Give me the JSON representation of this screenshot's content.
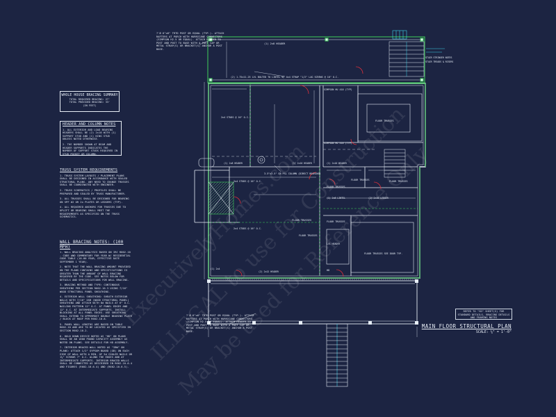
{
  "drawing": {
    "title": "MAIN FLOOR STRUCTURAL PLAN",
    "scale": "SCALE: ¼\" = 1'-0\"",
    "reference_note": "REFER TO \"SD\" SHEET(S) FOR STANDARD DETAILS, BRACING DETAILS AND FRAMING NOTES",
    "watermark_lines": [
      "ExecutivelyHomes.com",
      "ILLEGAL to use for Construction",
      "May be used for Reference Only"
    ]
  },
  "summary_box": {
    "title": "WHOLE HOUSE BRACING SUMMARY",
    "line1": "TOTAL REQUIRED BRACING: 27'",
    "line2": "TOTAL PROVIDED BRACING: 33'",
    "line3": "(IN FEET)"
  },
  "header_notes": {
    "heading": "HEADER AND COLUMN NOTES",
    "items": [
      "1. ALL EXTERIOR AND LOAD BEARING HEADERS SHALL BE (2) 2x10 WITH (1) SUPPORT STUD AND (1) KING STUD UNLESS NOTED OTHERWISE.",
      "2. THE NUMBER SHOWN AT BEAM AND HEADER SUPPORTS INDICATES THE NUMBER OF SUPPORT STUDS REQUIRED IN STUD POCKET OR COLUMN."
    ]
  },
  "truss_notes": {
    "heading": "TRUSS SYSTEM REQUIREMENTS",
    "items": [
      "1. TRUSS SYSTEM LAYOUTS / PLACEMENT PLANS SHALL BE DESIGNED IN ACCORDANCE WITH SEALED STRUCTURAL PLANS. ANY NEED TO CHANGE TRUSSES SHALL BE COORDINATED WITH ENGINEER.",
      "2. TRUSS SCHEMATICS / PROFILES SHALL BE PREPARED AND SEALED BY TRUSS MANUFACTURER.",
      "3. ALL TRUSSES SHALL BE DESIGNED FOR BEARING ON SPF #2 OR 2x PLATES OR LEDGERS (TYP).",
      "4. ALL REQUIRED ANCHORS FOR TRUSSES DUE TO UPLIFT OR BEARING SHALL MEET THE REQUIREMENTS AS SPECIFIED ON THE TRUSS SCHEMATICS."
    ]
  },
  "wall_notes": {
    "heading": "WALL BRACING NOTES: (100 MPH)",
    "items": [
      "1. WALL BRACING ANALYSIS BASED ON IRC R602.10 - CODE AND COMMENTARY FOR YEAR W/ RESIDENTIAL CODE TABLE (10-80 YEAR, EFFECTIVE DATE SEPTEMBER 1 YEAR).",
      "2. NOTE THAT THE WALL BRACING AMOUNT PROVIDED ON THE PLANS CONTAINS AND SPECIFICATIONS IS GREATER THAN THE AMOUNT OF WALL BRACING REQUIRED BY THE CODE. SEE NOTES BELOW FOR DETAILS AND SPECIFICATIONS FOR WALL BRACING.",
      "3. BRACING METHOD AND TYPE: CONTINUOUS SHEATHING PER SECTION R602.10.3 USING 7/16\" WOOD STRUCTURAL PANEL SHEATHING.",
      "4. EXTERIOR WALL SHEATHING: SHEATH EXTERIOR WALLS WITH 7/16\" OSB (WOOD STRUCTURAL PANEL) SHEATHING AND ATTACH WITH 8d NAILS AT 6\" O.C. NAILING PATTERN 12\" O.C. AT PANEL EDGES AND 12\" O.C. AT INTERMEDIATE SUPPORTS. INSTALL BLOCKING AT ALL PANEL EDGES. USE SHEATHING SHALL EXTEND TO UPPERMOST DOUBLE BEARING PLATE / BLOCK AT ROOF PER R602.10.8.",
      "5. PANEL WALL LENGTHS ARE BASED ON TABLE R602.10 AND ARE TO BE LOCATED AS SPECIFIED IN SECTION R602.10.2.",
      "6. HOLD DOWN DEVICE NOTED AS \"HD\" ON PLANS SHALL BE AN 1800 POUND CAPACITY ASSEMBLY AS NOTED ON PLANS. SEE DETAILS FOR HD ASSEMBLY.",
      "7. INTERIOR BRACED WALL NOTED AS \"IBW\" ON PLANS: ATTACH 1/2\" GYPSUM BOARD (GB) ON EACH SIDE OF WALL WITH A MIN. OF 5d COOLER NAILS OR 1¼\" SCREWS 7\" O.C. ALONG THE EDGES AND AT INTERMEDIATE SUPPORTS. INTERIOR BRACED WALLS SHALL BE CONNECTED AS DESCRIBED IN R602.10.6.4 AND FIGURES (R602.10.6.4) AND (R602.10.6.5)."
    ]
  },
  "callouts": {
    "top_porch": "7'Ø 6\"x6\" TRTD POST OR EQUAL (TYP.). ATTACH RAFTERS AT PORCH WITH HURRICANE CONNECTORS (SIMPSON H2.5 OR EQUAL). ATTACH HEADER TO POST AND POST TO BASE WITH A POST CAP OR METAL STRAP(S) OR BRACKET(S) ANCHOR A POST BASE.",
    "bottom_porch": "7'Ø 6\"x6\" TRTD POST OR EQUAL (TYP.). ATTACH RAFTERS AT PORCH WITH HURRICANE CONNECTORS (SIMPSON H2.5 OR EQUAL). ATTACH HEADER TO POST AND POST TO BASE WITH A POST CAP OR METAL STRAP(S) OR BRACKET(S) ANCHOR A POST BASE.",
    "rear_ledger": "(2) 1.75x11.25 LVL BOLTED TO LINTEL W/ 4x4 STRAP \"1/2\" LAG SCREWS @ 16\" O.C.",
    "top_header": "(1) 2x8 HEADER",
    "simpson_1": "SIMPSON HU 410 (TYP)",
    "simpson_2": "SIMPSON HU 410 (TYP)",
    "column": "3.5\"x3.5\" GB PSL COLUMN (DIRECT BEARING)",
    "floor_trusses": "FLOOR TRUSSES",
    "floor_trusses_1": "FLOOR TRUSSES",
    "floor_trusses_2": "FLOOR TRUSSES",
    "floor_trusses_3": "FLOOR TRUSSES",
    "floor_trusses_4": "FLOOR TRUSSES",
    "floor_trusses_5": "FLOOR TRUSSES",
    "floor_trusses_6": "FLOOR TRUSSES",
    "floor_trusses_below": "FLOOR TRUSSES SEE DOOR TYP.",
    "studs_1": "2x4 STUDS @ 16\" O.C.",
    "studs_2": "2x4 STUDS @ 16\" O.C.",
    "studs_3": "2x4 STUDS @ 16\" O.C.",
    "header_2x8": "(1) 2x8 HEADER",
    "header_2x10": "(1) 2x10 HEADER",
    "header_2x10b": "(1) 2x10 HEADER",
    "lvl_header": "LVL HEADER",
    "hold_down": "HD",
    "header_2x12": "(2) 2x12 HEADER",
    "stud_pocket": "(1) 2x4",
    "lintel": "(1) 2x8 LINTEL",
    "beam_ledger": "(2) 2x10 LEDGER",
    "stair_note": "STAIR STRINGER NOTES",
    "upper_stair": "STAIR TREADS & RISERS"
  },
  "colors": {
    "background": "#1c2442",
    "walls": "#e6edf6",
    "dims": "#e6edf6",
    "green": "#3fd25a",
    "cyan": "#3fd4e8",
    "red": "#e0303a",
    "watermark": "#ffffff"
  }
}
